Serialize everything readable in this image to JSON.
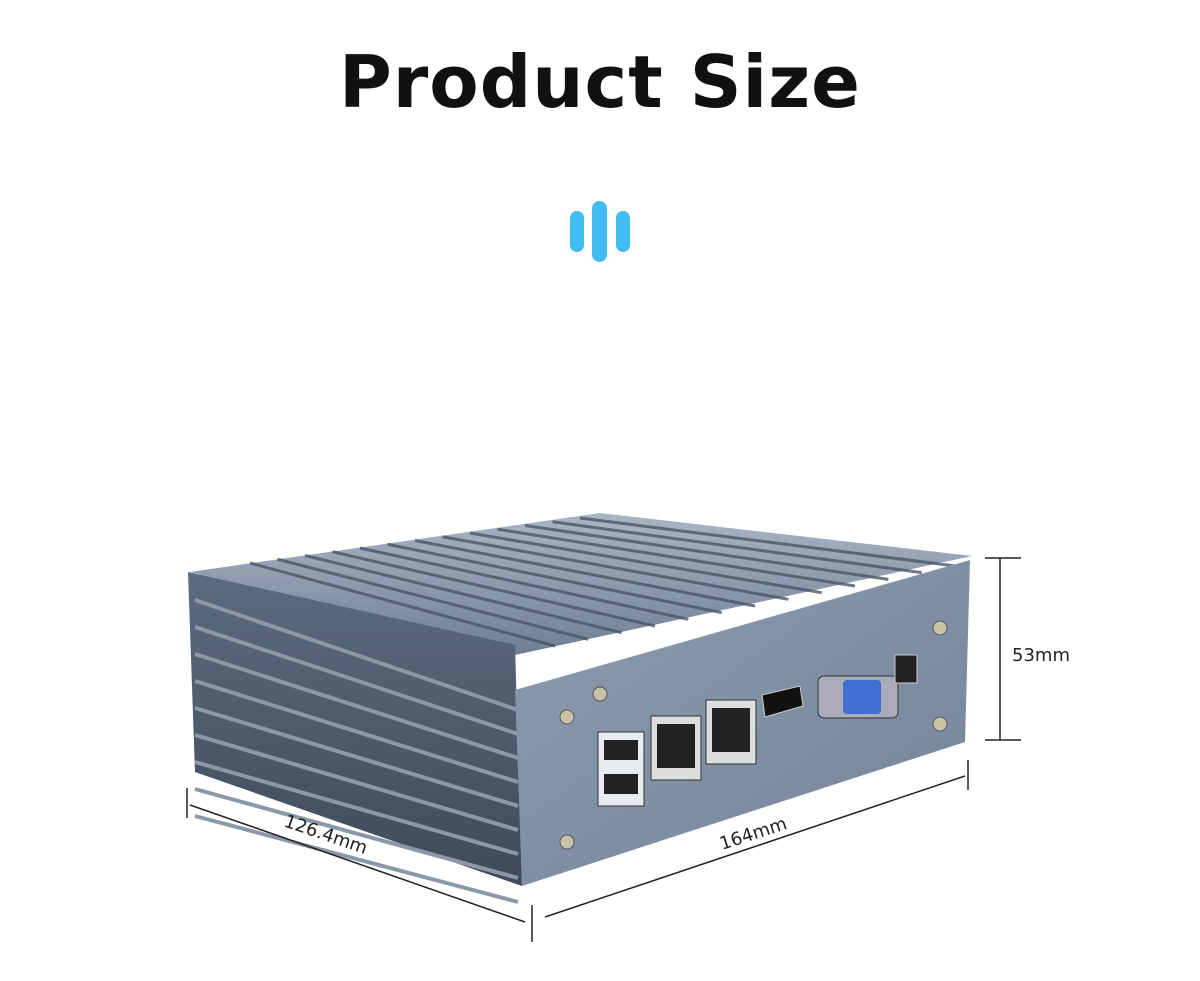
{
  "title": "Product Size",
  "accent_color": "#3fbdf2",
  "icon": "three-vertical-bars-icon",
  "dimensions": {
    "height": "53mm",
    "depth": "126.4mm",
    "width": "164mm"
  }
}
